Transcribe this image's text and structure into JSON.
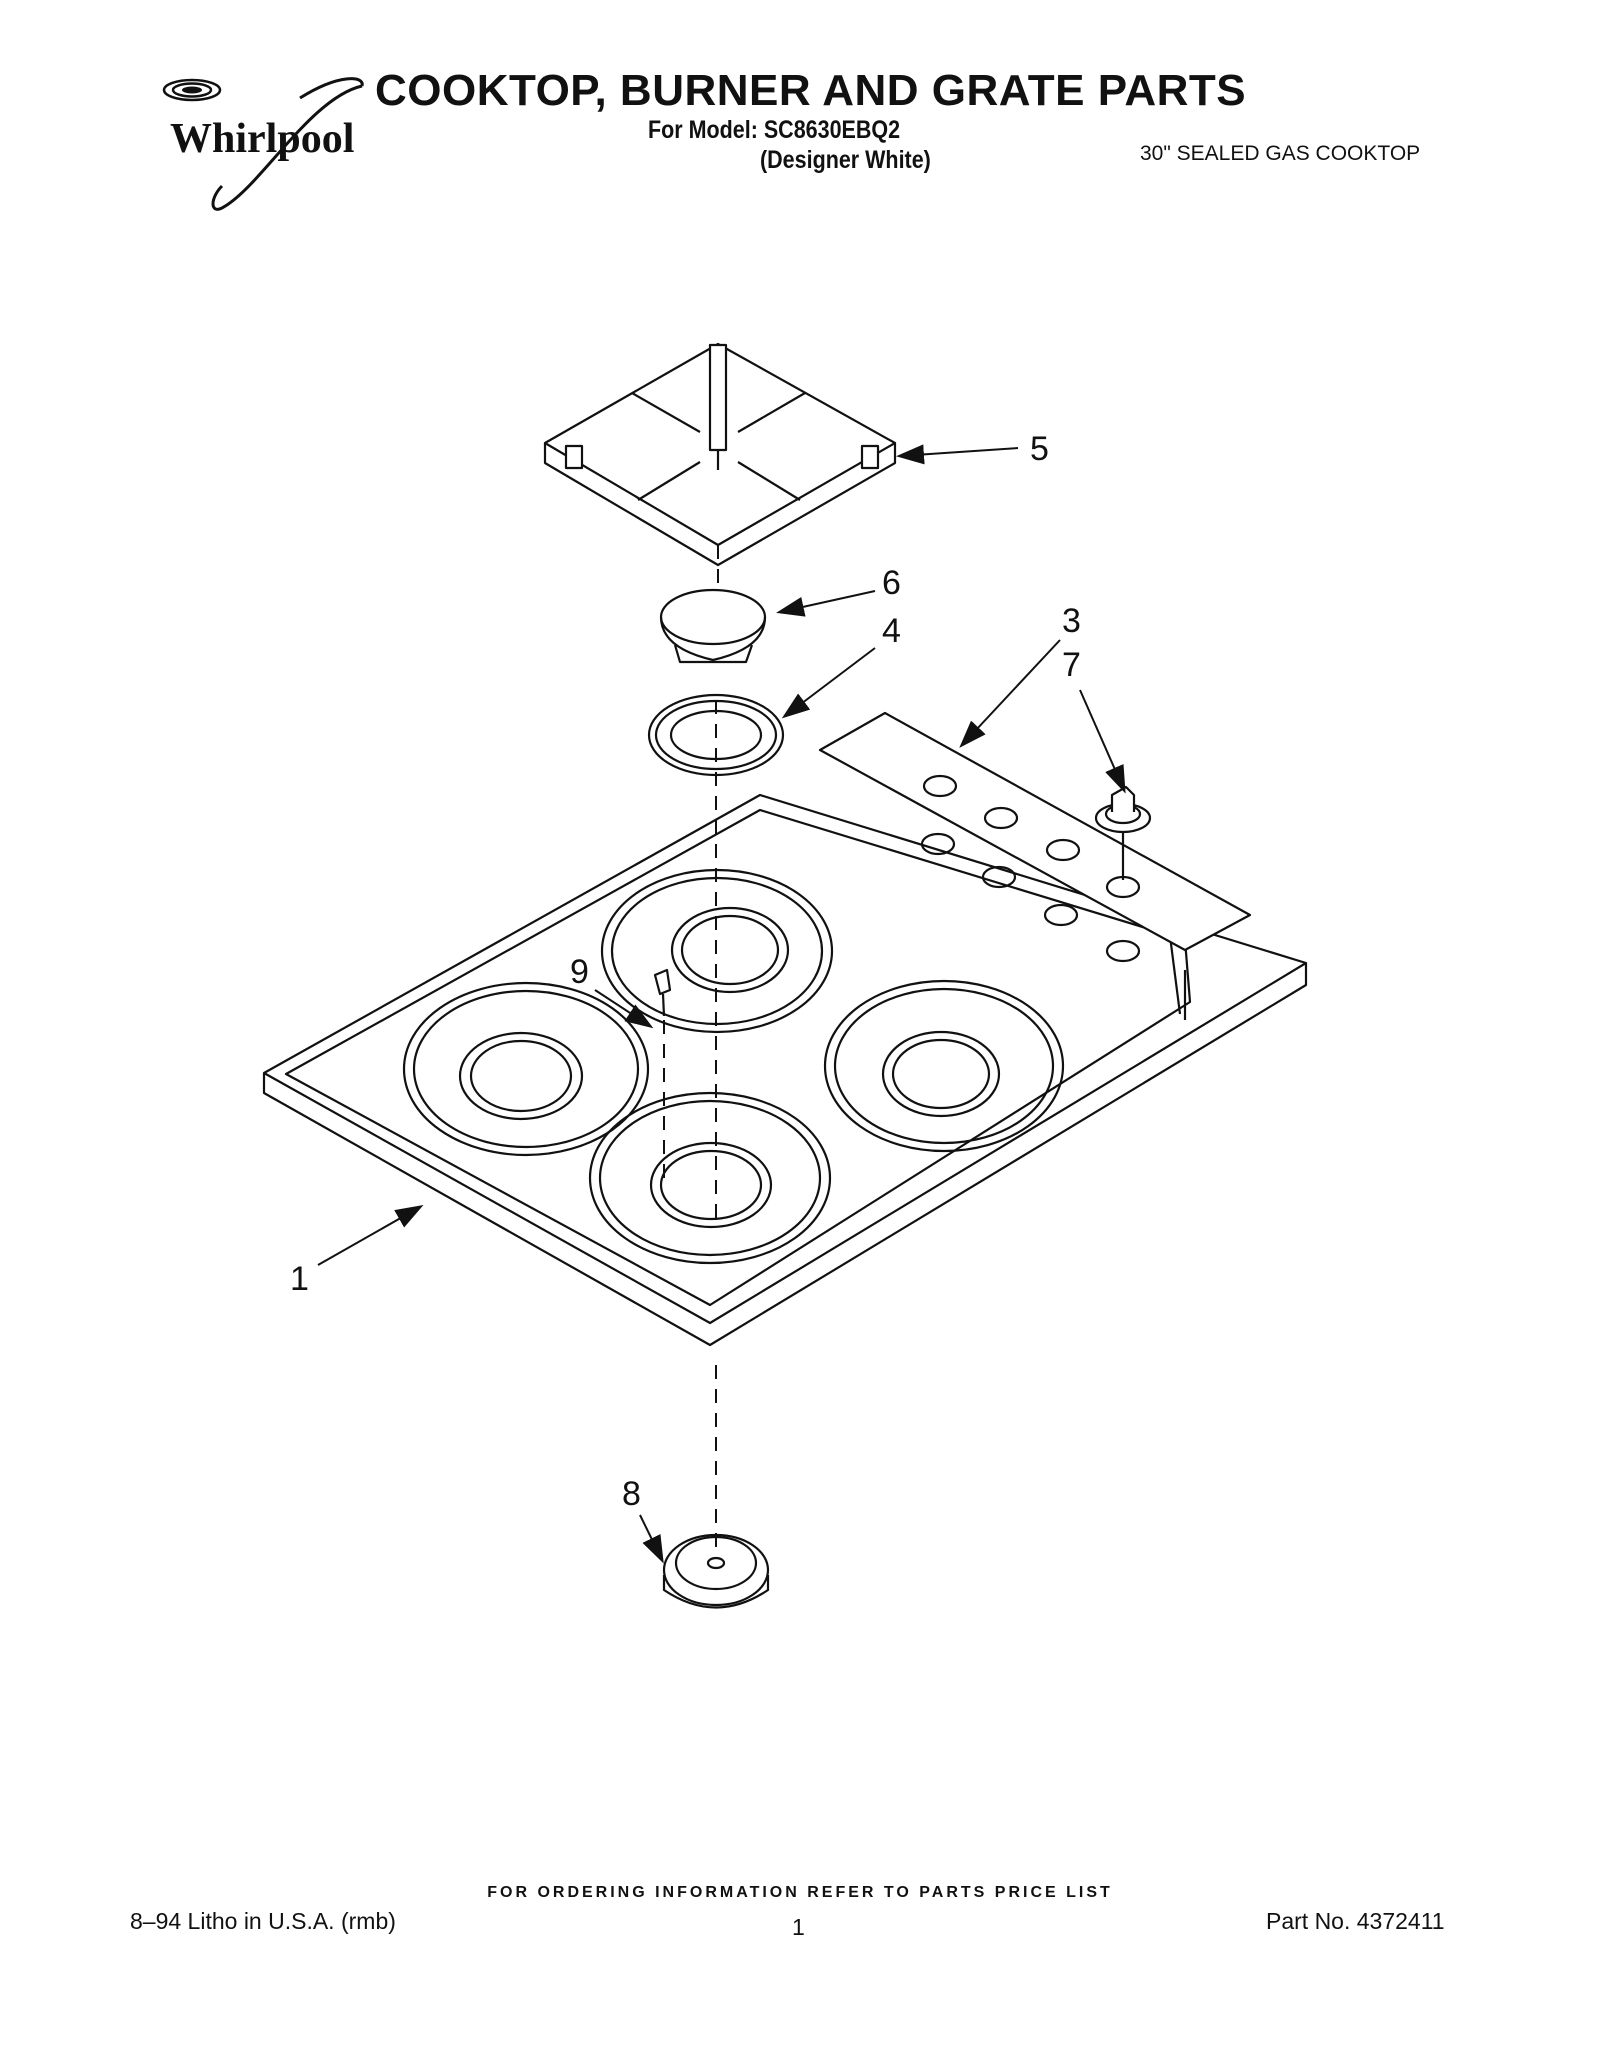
{
  "header": {
    "brand": "Whirlpool",
    "title": "COOKTOP, BURNER AND GRATE PARTS",
    "model_line": "For Model: SC8630EBQ2",
    "variant_line": "(Designer White)",
    "product_type": "30\" SEALED GAS COOKTOP"
  },
  "diagram": {
    "callouts": [
      "1",
      "3",
      "4",
      "5",
      "6",
      "7",
      "8",
      "9"
    ]
  },
  "footer": {
    "ordering_note": "FOR ORDERING INFORMATION REFER TO PARTS PRICE LIST",
    "litho": "8–94 Litho in U.S.A. (rmb)",
    "page_number": "1",
    "part_number": "Part No. 4372411"
  }
}
